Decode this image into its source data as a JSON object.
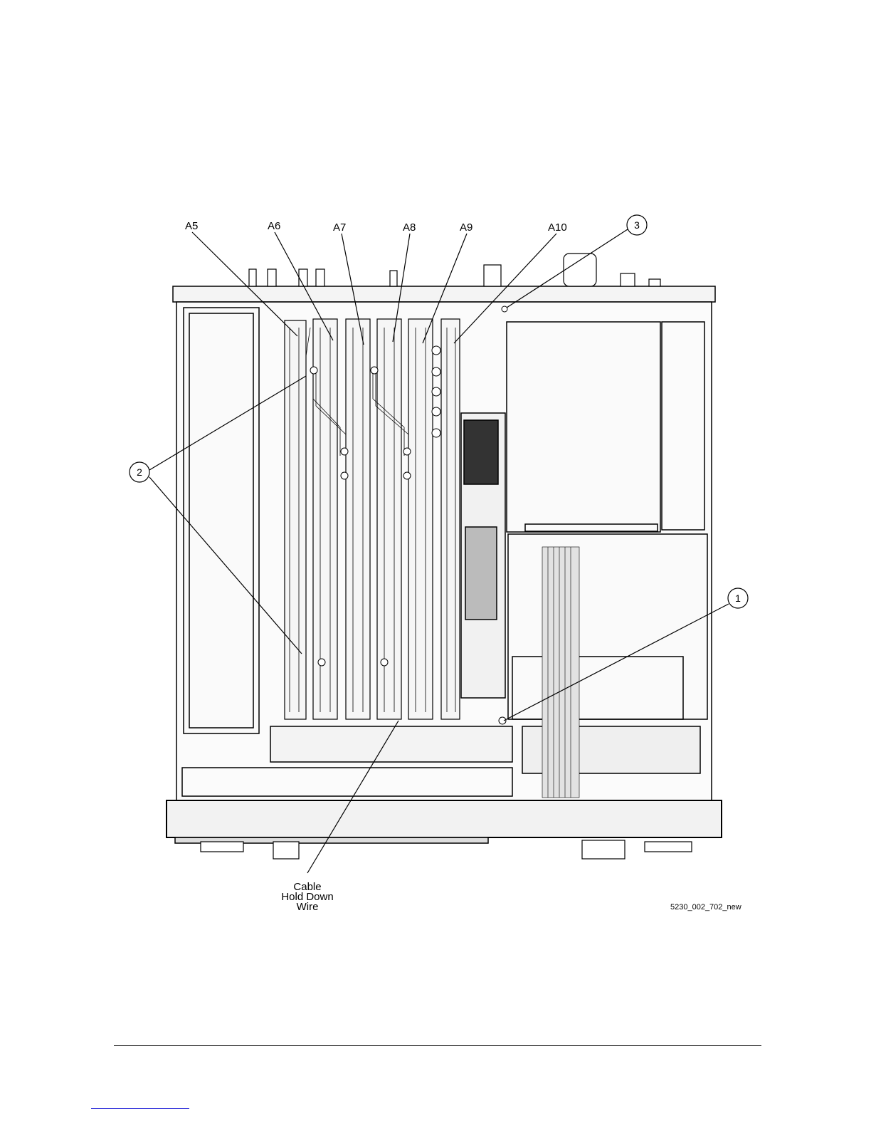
{
  "figure": {
    "callouts": [
      "A5",
      "A6",
      "A7",
      "A8",
      "A9",
      "A10"
    ],
    "numbered_callouts": [
      "1",
      "2",
      "3"
    ],
    "cable_label": [
      "Cable",
      "Hold Down",
      "Wire"
    ],
    "figure_id": "5230_002_702_new"
  }
}
